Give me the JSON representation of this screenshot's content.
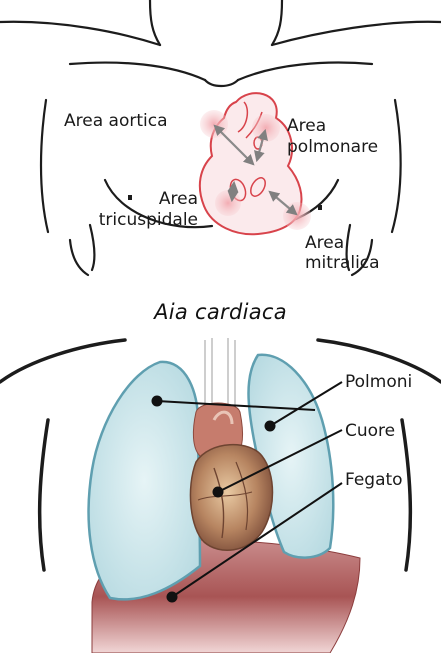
{
  "top_panel": {
    "labels": {
      "area_aortica": "Area aortica",
      "area_polmonare_1": "Area",
      "area_polmonare_2": "polmonare",
      "area_tricuspidale_1": "Area",
      "area_tricuspidale_2": "tricuspidale",
      "area_mitralica_1": "Area",
      "area_mitralica_2": "mitralica"
    }
  },
  "caption": "Aia cardiaca",
  "bottom_panel": {
    "labels": {
      "polmoni": "Polmoni",
      "cuore": "Cuore",
      "fegato": "Fegato"
    }
  },
  "colors": {
    "outline": "#1c1c1c",
    "heart_outline": "#d8434b",
    "highlight": "#f3b9bf",
    "arrow": "#8a8a8a",
    "lung_fill": "#cfe8ee",
    "lung_stroke": "#5f9fb0",
    "liver_fill": "#b25a5a",
    "heart_fill": "#b5805a"
  }
}
